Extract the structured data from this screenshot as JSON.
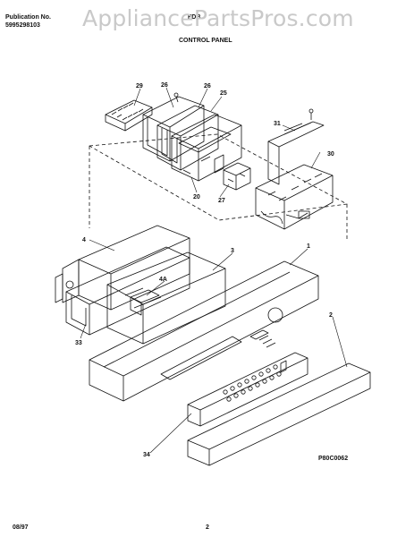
{
  "header": {
    "pub_label": "Publication No.",
    "pub_number": "5995298103",
    "model_partial": "FDB",
    "section_title": "CONTROL PANEL"
  },
  "watermark": "AppliancePartsPros.com",
  "callouts": {
    "c29": "29",
    "c26a": "26",
    "c26b": "26",
    "c25": "25",
    "c31": "31",
    "c30": "30",
    "c20": "20",
    "c27": "27",
    "c4": "4",
    "c3": "3",
    "c1": "1",
    "c4a": "4A",
    "c33": "33",
    "c2": "2",
    "c34": "34"
  },
  "diagram_code": "P80C0062",
  "footer": {
    "date": "08/97",
    "page": "2"
  }
}
